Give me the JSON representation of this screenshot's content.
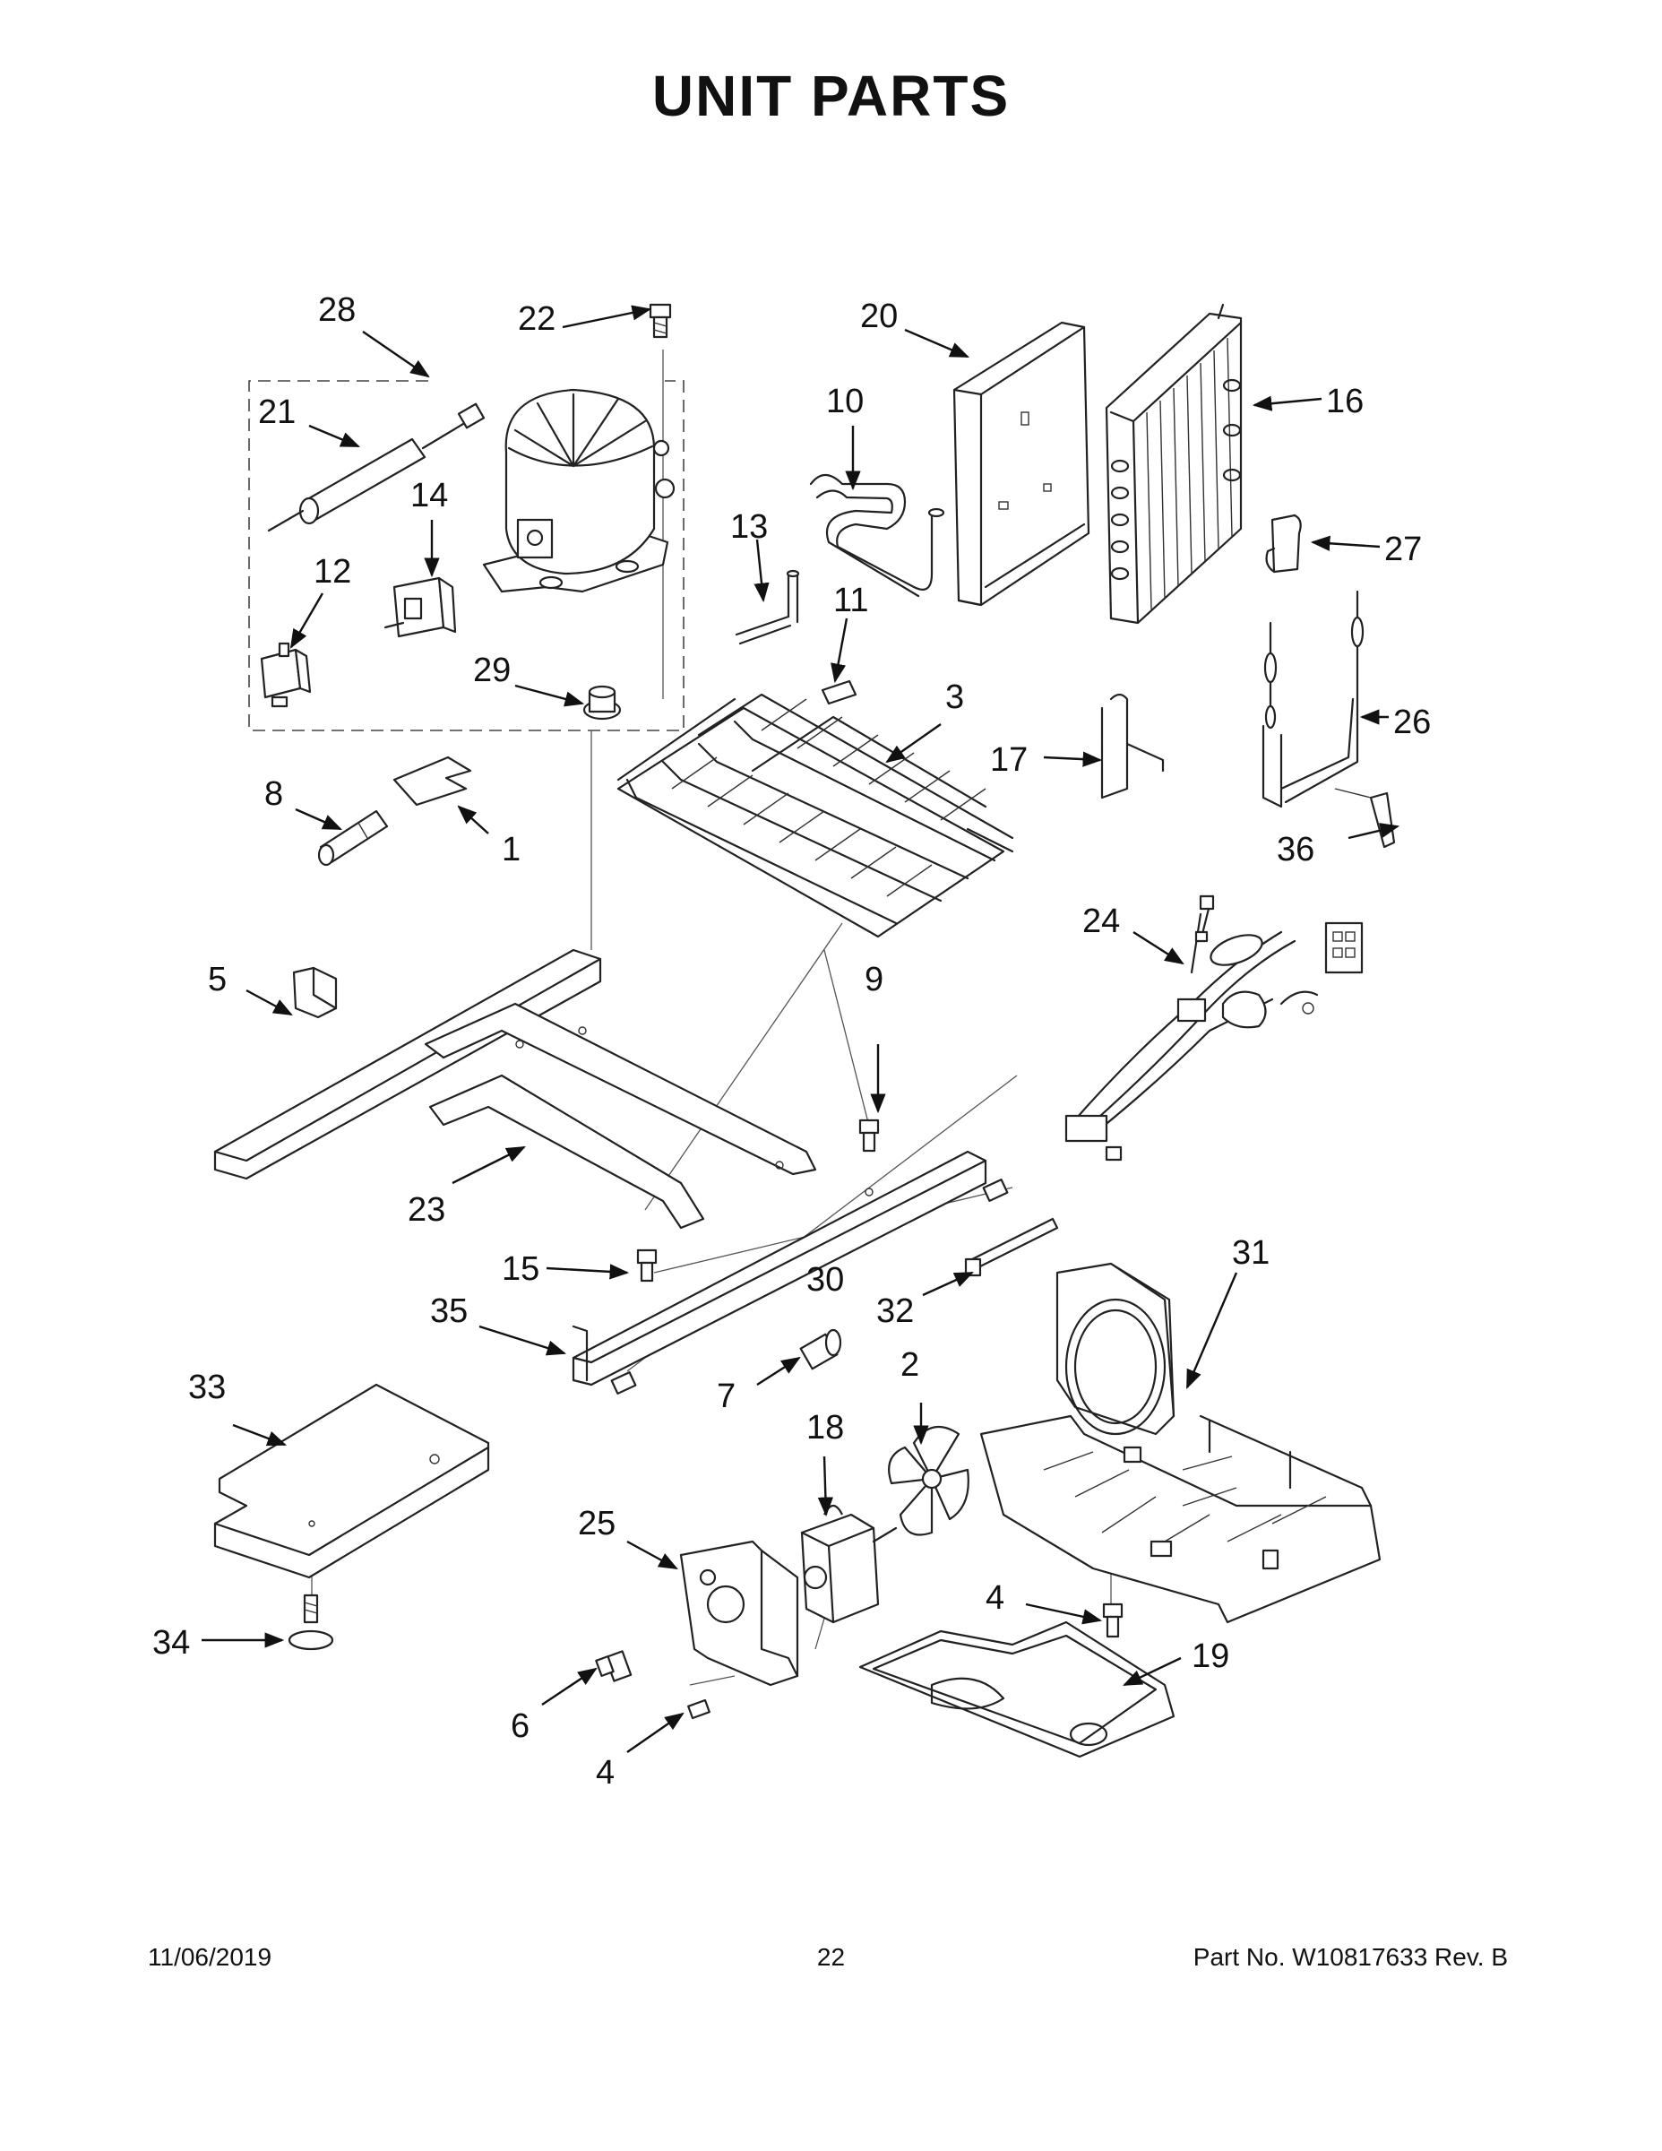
{
  "title": "UNIT  PARTS",
  "footer": {
    "date": "11/06/2019",
    "page": "22",
    "part_no": "Part No.  W10817633  Rev.  B"
  },
  "callouts": [
    "1",
    "2",
    "3",
    "4",
    "4",
    "5",
    "6",
    "7",
    "8",
    "9",
    "10",
    "11",
    "12",
    "13",
    "14",
    "15",
    "16",
    "17",
    "18",
    "19",
    "20",
    "21",
    "22",
    "23",
    "24",
    "25",
    "26",
    "27",
    "28",
    "29",
    "30",
    "31",
    "32",
    "33",
    "34",
    "35",
    "36"
  ]
}
